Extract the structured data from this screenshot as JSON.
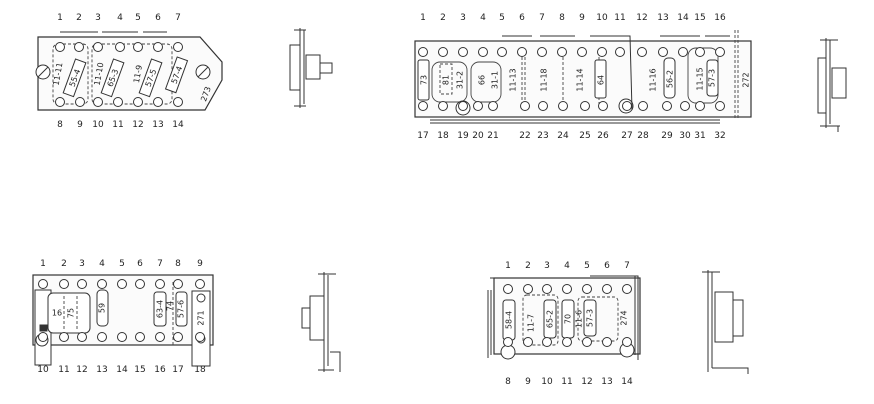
{
  "boards": [
    {
      "top_pins": [
        "1",
        "2",
        "3",
        "4",
        "5",
        "6",
        "7"
      ],
      "bottom_pins": [
        "8",
        "9",
        "10",
        "11",
        "12",
        "13",
        "14"
      ],
      "components": [
        "11-11",
        "55-4",
        "11-10",
        "65-3",
        "11-9",
        "57-5",
        "57-4",
        "273"
      ]
    },
    {
      "top_pins": [
        "1",
        "2",
        "3",
        "4",
        "5",
        "6",
        "7",
        "8",
        "9",
        "10",
        "11",
        "12",
        "13",
        "14",
        "15",
        "16"
      ],
      "bottom_pins": [
        "17",
        "18",
        "19",
        "20",
        "21",
        "22",
        "23",
        "24",
        "25",
        "26",
        "27",
        "28",
        "29",
        "30",
        "31",
        "32"
      ],
      "components": [
        "73",
        "81",
        "31-2",
        "66",
        "31-1",
        "11-13",
        "11-18",
        "11-14",
        "64",
        "11-16",
        "56-2",
        "11-15",
        "57-3",
        "272"
      ]
    },
    {
      "top_pins": [
        "1",
        "2",
        "3",
        "4",
        "5",
        "6",
        "7",
        "8",
        "9"
      ],
      "bottom_pins": [
        "10",
        "11",
        "12",
        "13",
        "14",
        "15",
        "16",
        "17",
        "18"
      ],
      "components": [
        "16",
        "75",
        "59",
        "63-4",
        "74",
        "57-6",
        "271"
      ]
    },
    {
      "top_pins": [
        "1",
        "2",
        "3",
        "4",
        "5",
        "6",
        "7"
      ],
      "bottom_pins": [
        "8",
        "9",
        "10",
        "11",
        "12",
        "13",
        "14"
      ],
      "components": [
        "58-4",
        "11-7",
        "65-2",
        "70",
        "11-6",
        "57-3",
        "274"
      ]
    }
  ]
}
